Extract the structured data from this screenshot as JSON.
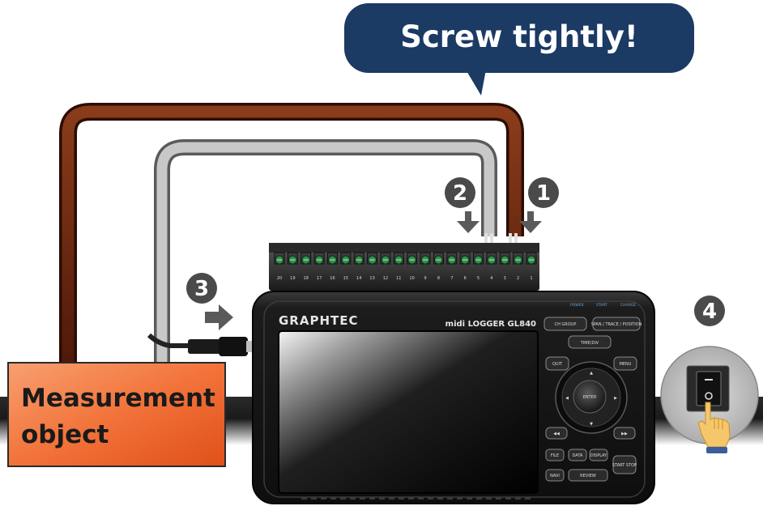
{
  "callout": {
    "text": "Screw tightly!",
    "color": "#1b3a64"
  },
  "steps": [
    {
      "number": "1",
      "target": "red-wire-terminal"
    },
    {
      "number": "2",
      "target": "gray-wire-terminal"
    },
    {
      "number": "3",
      "target": "sensor-connector"
    },
    {
      "number": "4",
      "target": "power-switch"
    }
  ],
  "measurement_object": {
    "line1": "Measurement",
    "line2": "object",
    "color": "#f2733a"
  },
  "device": {
    "brand": "GRAPHTEC",
    "model": "midi LOGGER GL840",
    "terminal_numbers": [
      "20",
      "19",
      "18",
      "17",
      "16",
      "15",
      "14",
      "13",
      "12",
      "11",
      "10",
      "9",
      "8",
      "7",
      "6",
      "5",
      "4",
      "3",
      "2",
      "1"
    ],
    "leds": [
      "POWER",
      "START",
      "CHARGE"
    ],
    "buttons": {
      "ch_group": "CH GROUP",
      "span_trace_position": "SPAN / TRACE / POSITION",
      "timediv": "TIME/DIV",
      "quit": "QUIT",
      "menu": "MENU",
      "enter": "ENTER",
      "rewind": "◀◀",
      "forward": "▶▶",
      "file": "FILE",
      "data": "DATA",
      "display": "DISPLAY",
      "start_stop": "START STOP",
      "nav": "NAVI",
      "review": "REVIEW"
    }
  },
  "colors": {
    "red_wire": "#6b2a12",
    "gray_wire": "#9a9a9a",
    "step_badge": "#4a4a4a",
    "arrow": "#5a5a5a",
    "device_body": "#1c1c1c",
    "terminal_green": "#2f8f4a"
  }
}
